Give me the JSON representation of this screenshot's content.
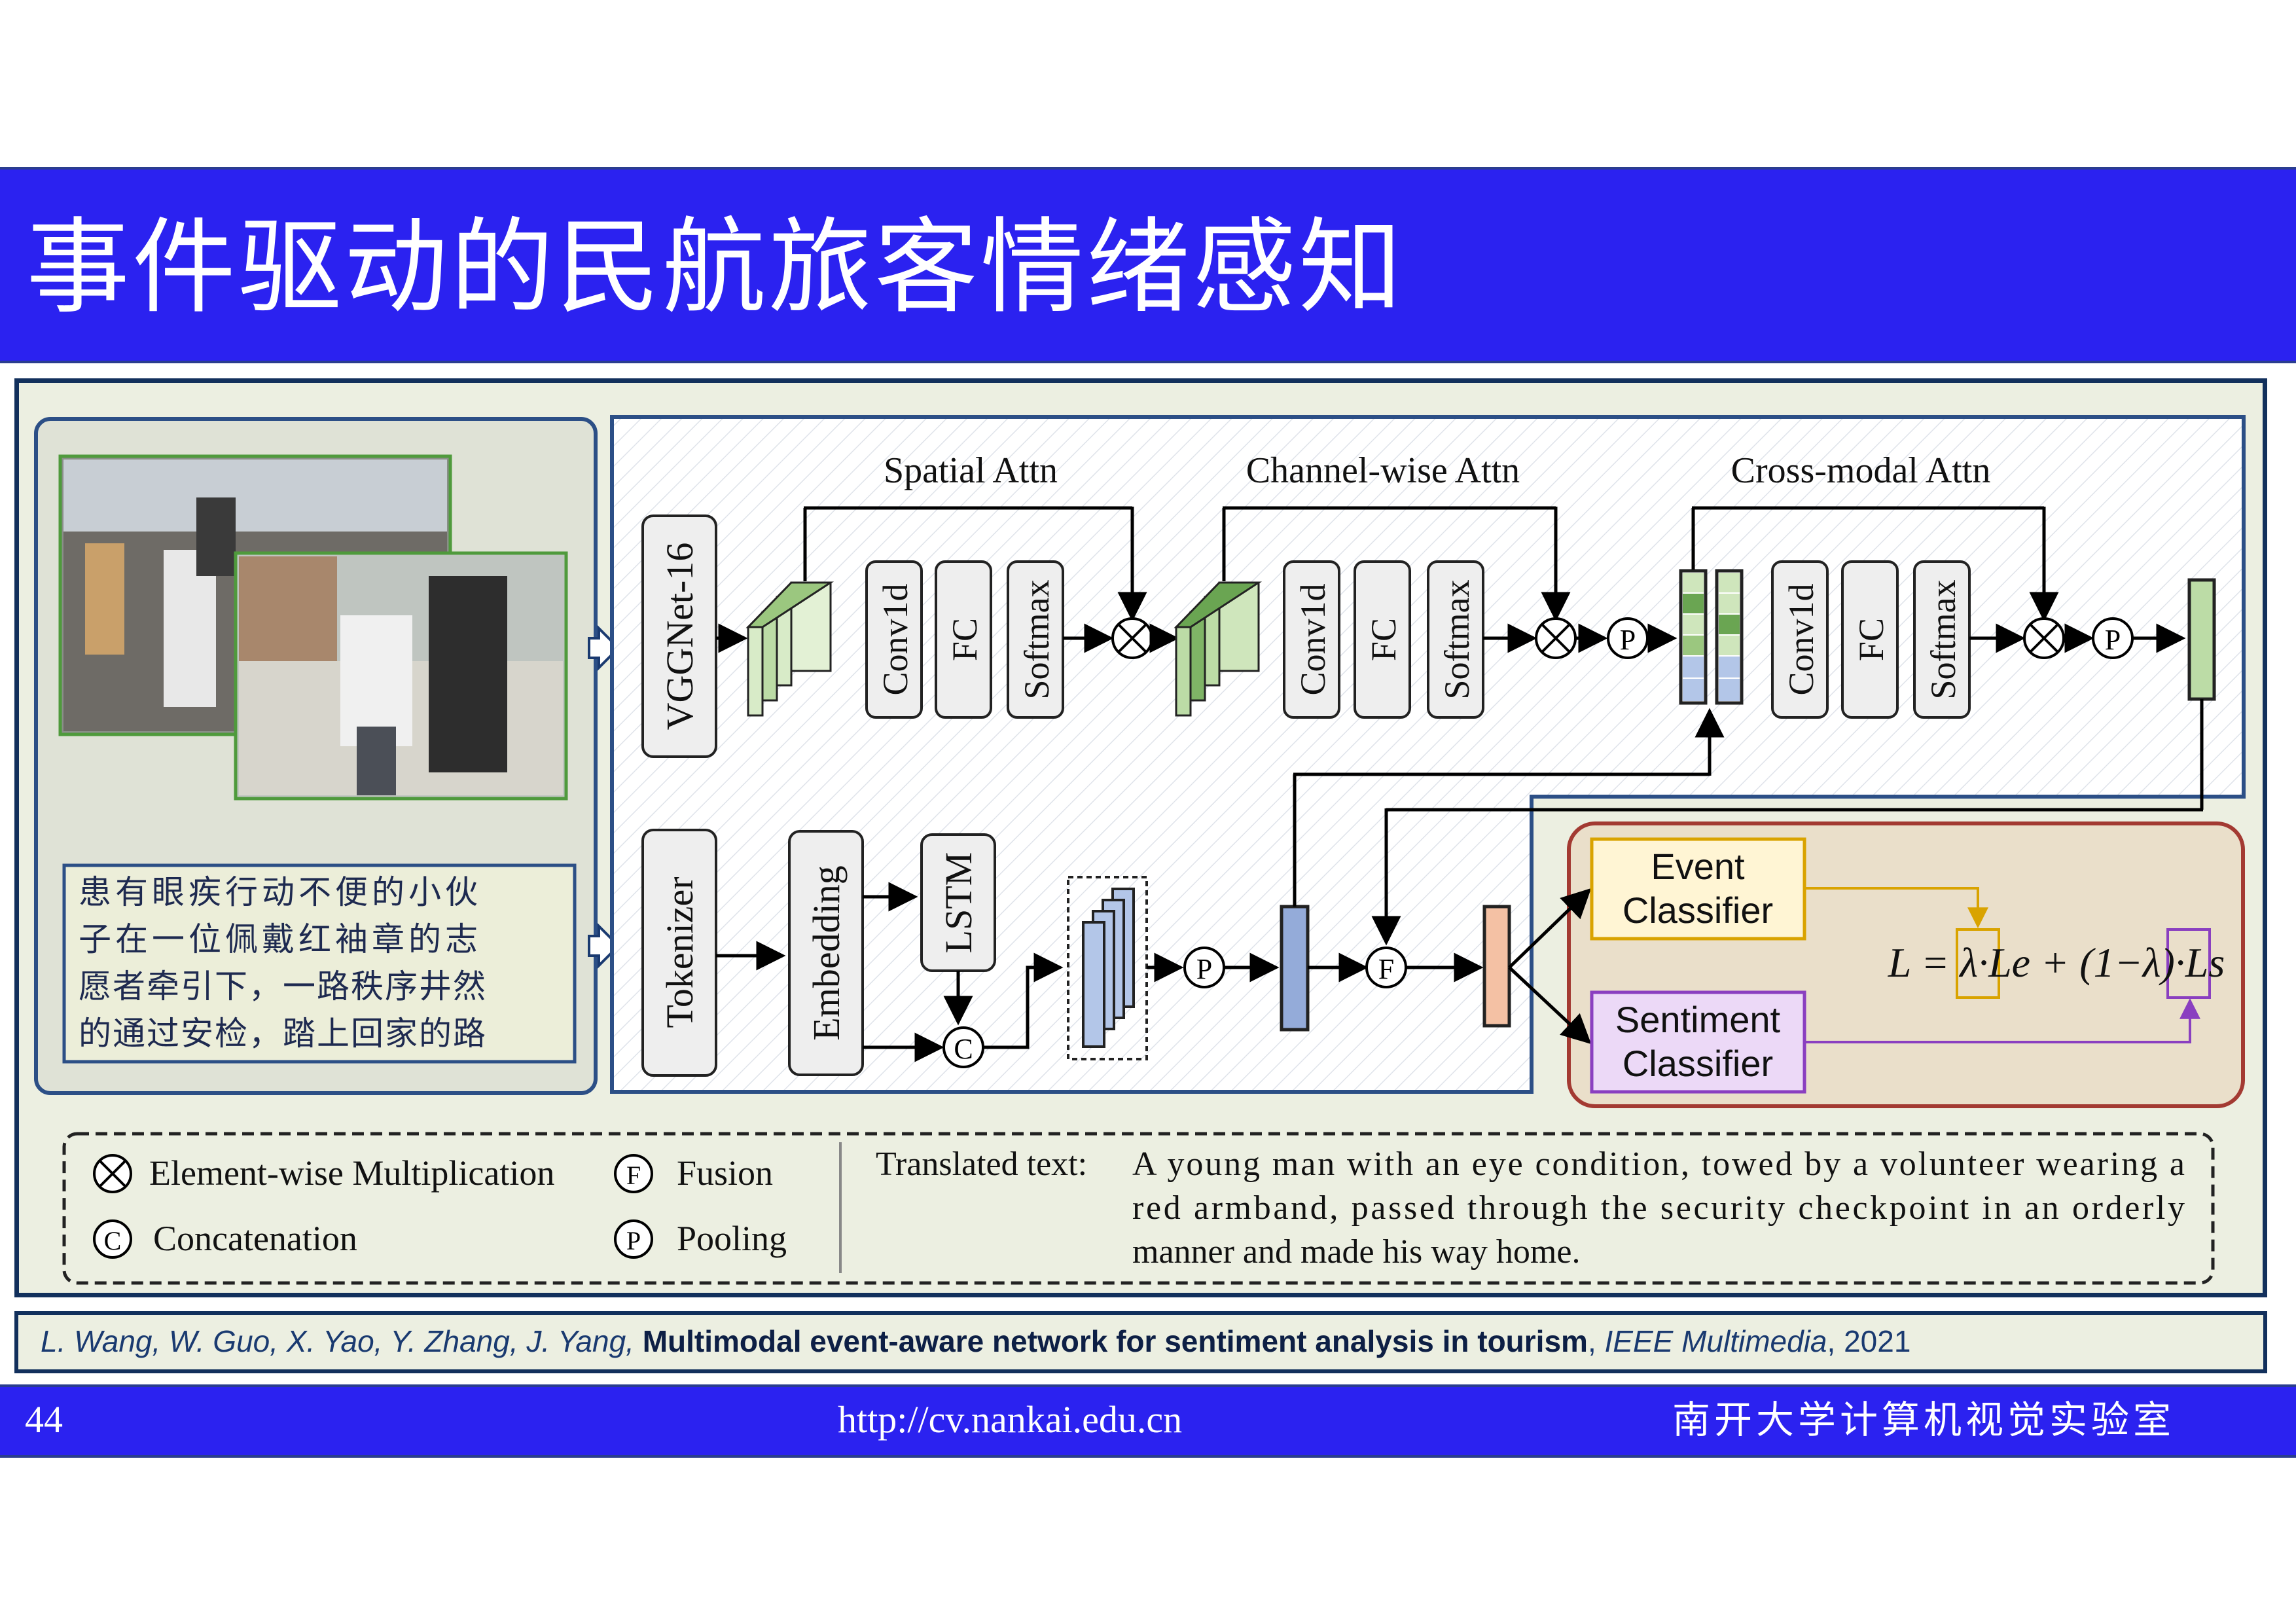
{
  "title": "事件驱动的民航旅客情绪感知",
  "diagram": {
    "attention_labels": [
      "Spatial Attn",
      "Channel-wise Attn",
      "Cross-modal Attn"
    ],
    "backbone": "VGGNet-16",
    "attn_ops": [
      "Conv1d",
      "FC",
      "Softmax"
    ],
    "tokenizer": "Tokenizer",
    "embedding": "Embedding",
    "lstm": "LSTM",
    "caption_zh_lines": [
      "患有眼疾行动不便的小伙",
      "子在一位佩戴红袖章的志",
      "愿者牵引下，一路秩序井然",
      "的通过安检，踏上回家的路"
    ],
    "event_classifier": [
      "Event",
      "Classifier"
    ],
    "sentiment_classifier": [
      "Sentiment",
      "Classifier"
    ],
    "loss_formula": "L = λ·Le + (1−λ)·Ls",
    "symbols": {
      "multiply": "⊗",
      "fusion": "F",
      "pooling": "P",
      "concat": "C"
    }
  },
  "legend": {
    "multiply": "Element-wise Multiplication",
    "fusion": "Fusion",
    "concat": "Concatenation",
    "pooling": "Pooling",
    "translated_label": "Translated text:",
    "translated_lines": [
      "A young man with an eye condition, towed by a volunteer wearing a",
      "red armband, passed through the security checkpoint in an orderly",
      "manner and made his way home."
    ]
  },
  "citation": {
    "authors": "L. Wang, W. Guo, X. Yao, Y. Zhang, J. Yang,",
    "paper": "Multimodal event-aware network for sentiment analysis in tourism",
    "venue": "IEEE Multimedia",
    "year": ", 2021"
  },
  "footer": {
    "page": "44",
    "url": "http://cv.nankai.edu.cn",
    "lab": "南开大学计算机视觉实验室"
  }
}
